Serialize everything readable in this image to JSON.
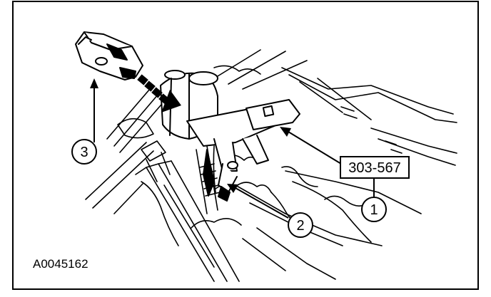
{
  "figure": {
    "id_text": "A0045162",
    "tool_number": "303-567",
    "callouts": [
      {
        "number": "1"
      },
      {
        "number": "2"
      },
      {
        "number": "3"
      }
    ]
  }
}
